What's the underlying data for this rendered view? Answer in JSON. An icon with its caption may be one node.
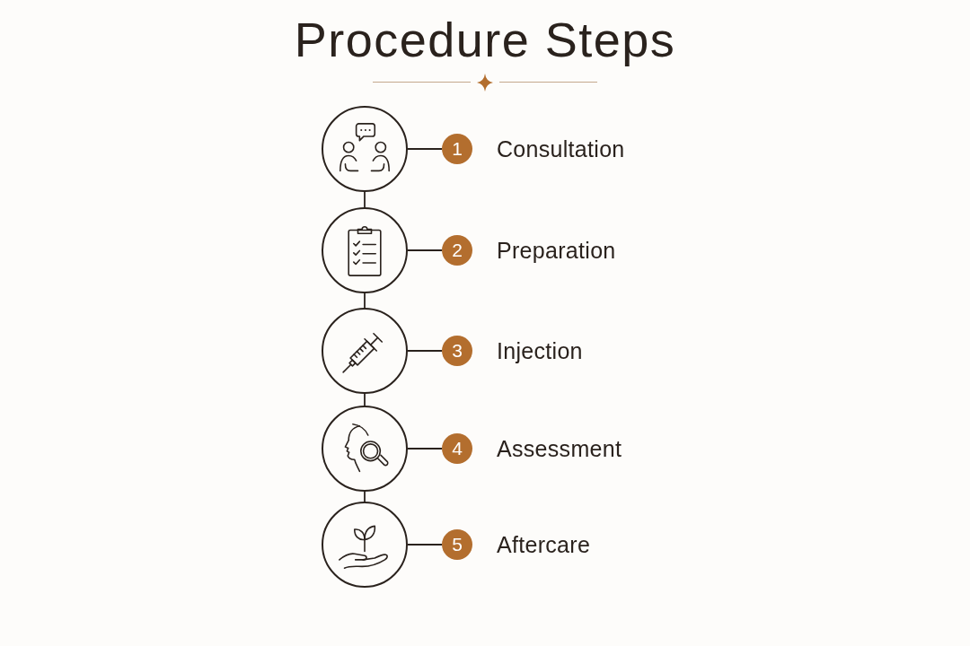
{
  "diagram": {
    "title": "Procedure Steps",
    "nodes": [
      {
        "text": [],
        "shape": "circle"
      },
      {
        "text": [
          "1"
        ],
        "beside": [
          "Consultation"
        ]
      },
      {
        "text": [],
        "shape": "circle"
      },
      {
        "text": [
          "2"
        ],
        "beside": [
          "Preparation"
        ]
      },
      {
        "text": [],
        "shape": "circle"
      },
      {
        "text": [
          "3"
        ],
        "beside": [
          "Injection"
        ]
      },
      {
        "text": [],
        "shape": "circle"
      },
      {
        "text": [
          "4"
        ],
        "beside": [
          "Assessment"
        ]
      },
      {
        "text": [],
        "shape": "circle"
      },
      {
        "text": [
          "5"
        ],
        "beside": [
          "Aftercare"
        ]
      }
    ],
    "edges": [
      {
        "from": 0,
        "to": 1,
        "arrow": "none"
      },
      {
        "from": 0,
        "to": 2,
        "arrow": "none"
      },
      {
        "from": 2,
        "to": 3,
        "arrow": "none"
      },
      {
        "from": 2,
        "to": 4,
        "arrow": "none"
      },
      {
        "from": 4,
        "to": 5,
        "arrow": "none"
      },
      {
        "from": 4,
        "to": 6,
        "arrow": "none"
      },
      {
        "from": 6,
        "to": 7,
        "arrow": "none"
      },
      {
        "from": 6,
        "to": 8,
        "arrow": "none"
      },
      {
        "from": 8,
        "to": 9,
        "arrow": "none"
      }
    ]
  }
}
